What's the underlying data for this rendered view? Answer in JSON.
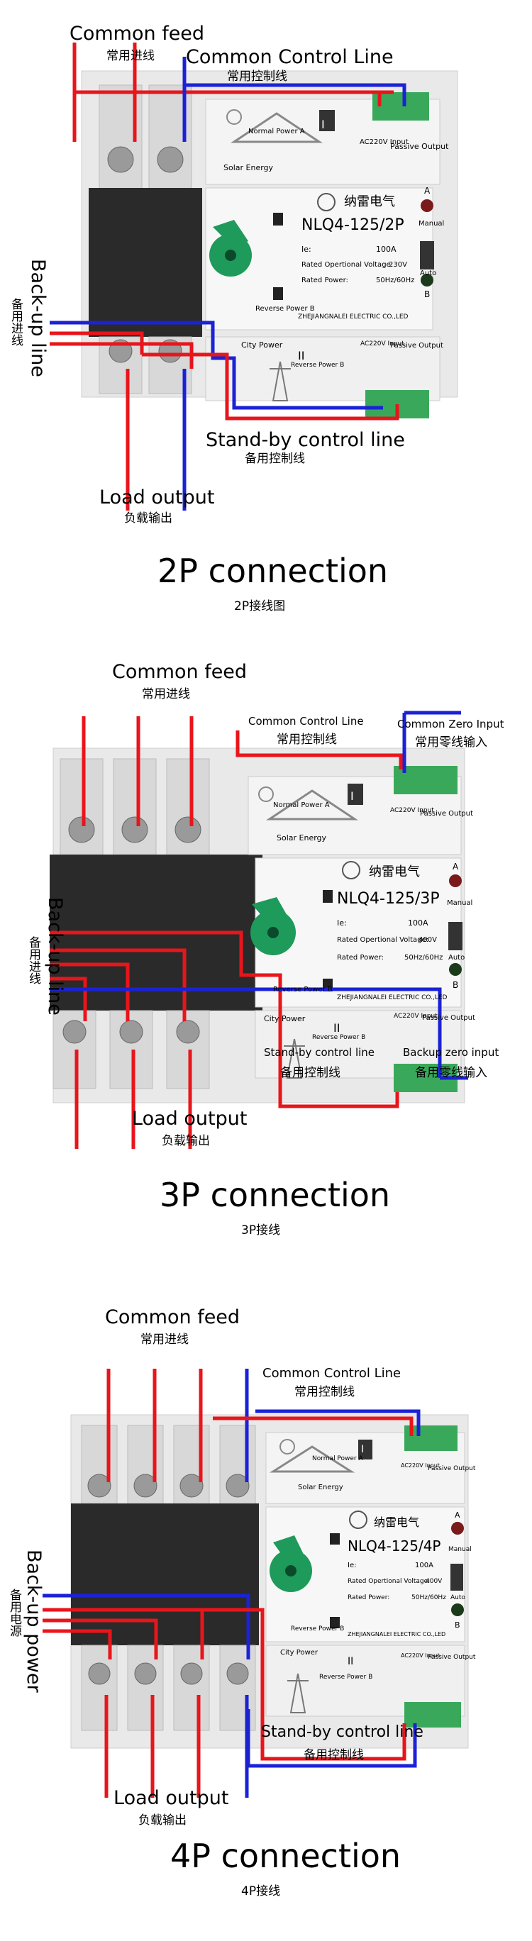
{
  "colors": {
    "feed": "#e8151b",
    "control": "#1b22d6",
    "dark_block": "#2a2a2a",
    "body": "#ececec",
    "handle": "#1e9a5a",
    "terminal": "#3aa85b"
  },
  "icons": [
    "house-solar-icon",
    "power-tower-icon",
    "brand-logo-icon",
    "led-indicator-icon",
    "rotary-handle-icon",
    "screw-terminal-icon"
  ],
  "diagram_2p": {
    "common_feed_en": "Common feed",
    "common_feed_zh": "常用进线",
    "common_control_en": "Common Control Line",
    "common_control_zh": "常用控制线",
    "backup_en": "Back-up line",
    "backup_zh": "备用进线",
    "standby_en": "Stand-by control line",
    "standby_zh": "备用控制线",
    "load_en": "Load output",
    "load_zh": "负载输出",
    "title": "2P connection",
    "subtitle": "2P接线图",
    "device": {
      "normal_power": "Normal Power A",
      "reverse_power": "Reverse Power B",
      "solar": "Solar Energy",
      "city": "City Power",
      "brand": "纳雷电气",
      "model": "NLQ4-125/2P",
      "ie_label": "Ie:",
      "ie_value": "100A",
      "voltage_label": "Rated Opertional Voltage:",
      "voltage_value": "230V",
      "freq_label": "Rated Power:",
      "freq_value": "50Hz/60Hz",
      "company": "ZHEJIANGNALEI ELECTRIC CO.,LED",
      "input": "AC220V Input",
      "passive": "Passive Output",
      "manual": "Manual",
      "auto": "Auto",
      "led_a": "A",
      "led_b": "B",
      "block_i": "I",
      "block_ii": "II"
    }
  },
  "diagram_3p": {
    "common_feed_en": "Common feed",
    "common_feed_zh": "常用进线",
    "common_control_en": "Common Control Line",
    "common_control_zh": "常用控制线",
    "common_zero_en": "Common Zero Input",
    "common_zero_zh": "常用零线输入",
    "backup_en": "Back-up line",
    "backup_zh": "备用进线",
    "standby_en": "Stand-by control line",
    "standby_zh": "备用控制线",
    "backup_zero_en": "Backup zero input",
    "backup_zero_zh": "备用零线输入",
    "load_en": "Load output",
    "load_zh": "负载输出",
    "title": "3P connection",
    "subtitle": "3P接线",
    "device": {
      "normal_power": "Normal Power A",
      "reverse_power": "Reverse Power B",
      "solar": "Solar Energy",
      "city": "City Power",
      "brand": "纳雷电气",
      "model": "NLQ4-125/3P",
      "ie_label": "Ie:",
      "ie_value": "100A",
      "voltage_label": "Rated Opertional Voltage:",
      "voltage_value": "400V",
      "freq_label": "Rated Power:",
      "freq_value": "50Hz/60Hz",
      "company": "ZHEJIANGNALEI ELECTRIC CO.,LED",
      "input": "AC220V Input",
      "passive": "Passive Output",
      "manual": "Manual",
      "auto": "Auto",
      "led_a": "A",
      "led_b": "B",
      "block_i": "I",
      "block_ii": "II"
    }
  },
  "diagram_4p": {
    "common_feed_en": "Common feed",
    "common_feed_zh": "常用进线",
    "common_control_en": "Common Control Line",
    "common_control_zh": "常用控制线",
    "backup_en": "Back-up power",
    "backup_zh": "备用电源",
    "standby_en": "Stand-by control line",
    "standby_zh": "备用控制线",
    "load_en": "Load output",
    "load_zh": "负载输出",
    "title": "4P connection",
    "subtitle": "4P接线",
    "device": {
      "normal_power": "Normal Power A",
      "reverse_power": "Reverse Power B",
      "solar": "Solar Energy",
      "city": "City Power",
      "brand": "纳雷电气",
      "model": "NLQ4-125/4P",
      "ie_label": "Ie:",
      "ie_value": "100A",
      "voltage_label": "Rated Opertional Voltage:",
      "voltage_value": "400V",
      "freq_label": "Rated Power:",
      "freq_value": "50Hz/60Hz",
      "company": "ZHEJIANGNALEI ELECTRIC CO.,LED",
      "input": "AC220V Input",
      "passive": "Passive Output",
      "manual": "Manual",
      "auto": "Auto",
      "led_a": "A",
      "led_b": "B",
      "block_i": "I",
      "block_ii": "II"
    }
  }
}
